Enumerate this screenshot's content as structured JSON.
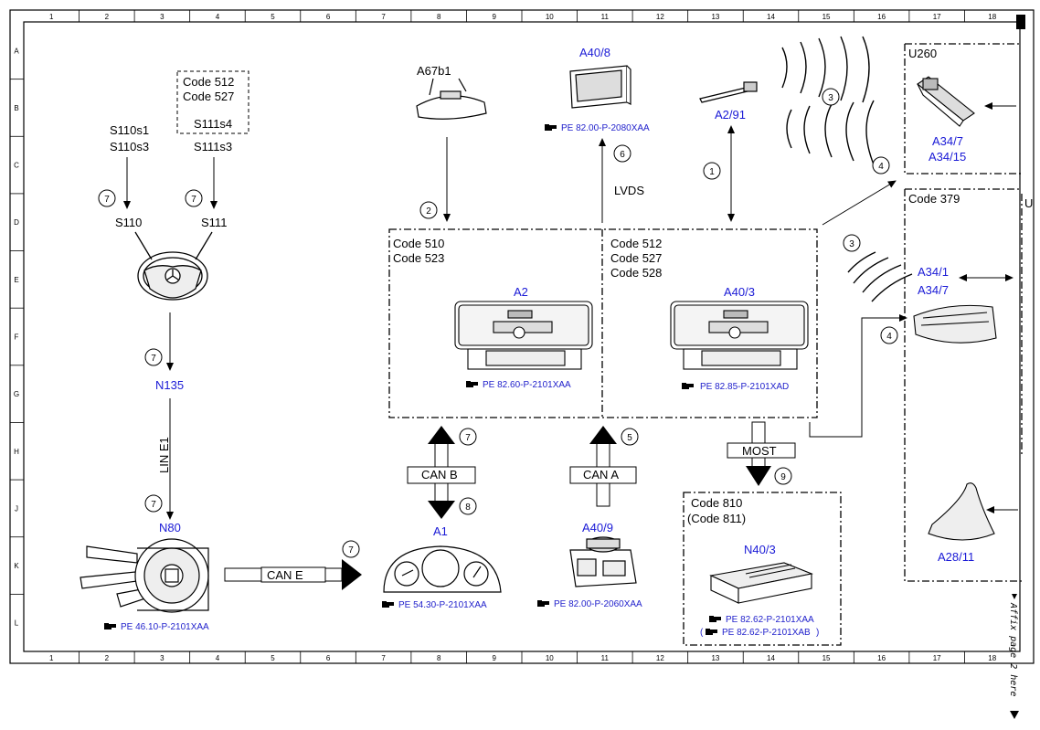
{
  "grid": {
    "columns": [
      "1",
      "2",
      "3",
      "4",
      "5",
      "6",
      "7",
      "8",
      "9",
      "10",
      "11",
      "12",
      "13",
      "14",
      "15",
      "16",
      "17",
      "18"
    ],
    "rows": [
      "A",
      "B",
      "C",
      "D",
      "E",
      "F",
      "G",
      "H",
      "J",
      "K",
      "L"
    ]
  },
  "labels": {
    "code512_527_box": [
      "Code 512",
      "Code 527"
    ],
    "s111s4": "S111s4",
    "s110s1": "S110s1",
    "s110s3": "S110s3",
    "s111s3": "S111s3",
    "s110": "S110",
    "s111": "S111",
    "n135": "N135",
    "lin_e1": "LIN E1",
    "n80": "N80",
    "n80_ref": "PE 46.10-P-2101XAA",
    "can_e": "CAN E",
    "a1": "A1",
    "a1_ref": "PE 54.30-P-2101XAA",
    "can_b": "CAN B",
    "a67b1": "A67b1",
    "a40_8": "A40/8",
    "a40_8_ref": "PE 82.00-P-2080XAA",
    "lvds": "LVDS",
    "a2_91": "A2/91",
    "left_unit_codes": [
      "Code 510",
      "Code 523"
    ],
    "right_unit_codes": [
      "Code 512",
      "Code 527",
      "Code 528"
    ],
    "a2": "A2",
    "a2_ref": "PE 82.60-P-2101XAA",
    "a40_3": "A40/3",
    "a40_3_ref": "PE 82.85-P-2101XAD",
    "can_a": "CAN A",
    "a40_9": "A40/9",
    "a40_9_ref": "PE 82.00-P-2060XAA",
    "most": "MOST",
    "code810": "Code 810",
    "code811": "(Code 811)",
    "n40_3": "N40/3",
    "n40_3_ref1": "PE 82.62-P-2101XAA",
    "n40_3_ref2": "PE 82.62-P-2101XAB",
    "u260": "U260",
    "a34_7_a": "A34/7",
    "a34_15": "A34/15",
    "code379": "Code 379",
    "u_partial": "U",
    "a34_1": "A34/1",
    "a34_7_b": "A34/7",
    "a28_11": "A28/11",
    "affix_note": "Affix page 2 here"
  },
  "circles": [
    "7",
    "7",
    "7",
    "7",
    "7",
    "2",
    "6",
    "1",
    "3",
    "4",
    "3",
    "4",
    "7",
    "8",
    "5",
    "9"
  ],
  "colors": {
    "line": "#000000",
    "component_label": "#1a1ad6",
    "reference": "#2222cc",
    "background": "#ffffff"
  },
  "icons": [
    "document-reference-icon"
  ]
}
